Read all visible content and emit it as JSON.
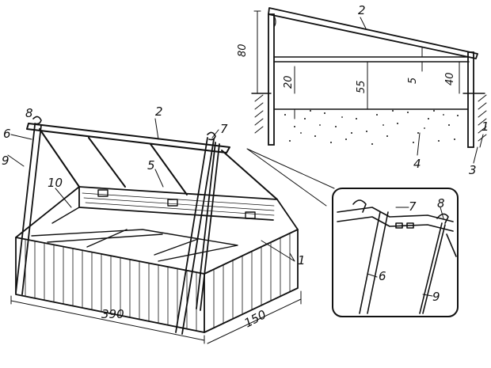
{
  "figure": {
    "section": {
      "labels": {
        "roof": "2",
        "soil": "4",
        "wall_right": "3",
        "wall_right_alt": "1"
      },
      "dimensions": {
        "total_height": "80",
        "lower_height": "20",
        "inner_height": "55",
        "rise": "5",
        "rear_height": "40"
      }
    },
    "main": {
      "labels": {
        "panel_end": "1",
        "frame": "2",
        "hook_left": "8",
        "hook_right": "7",
        "pole_left": "6",
        "pole_outer": "9",
        "partition": "10",
        "handle": "5"
      },
      "dimensions": {
        "length": "390",
        "width": "150"
      }
    },
    "detail": {
      "labels": {
        "hook_right": "8",
        "hook_left": "7",
        "pole": "6",
        "stay": "9"
      }
    }
  }
}
